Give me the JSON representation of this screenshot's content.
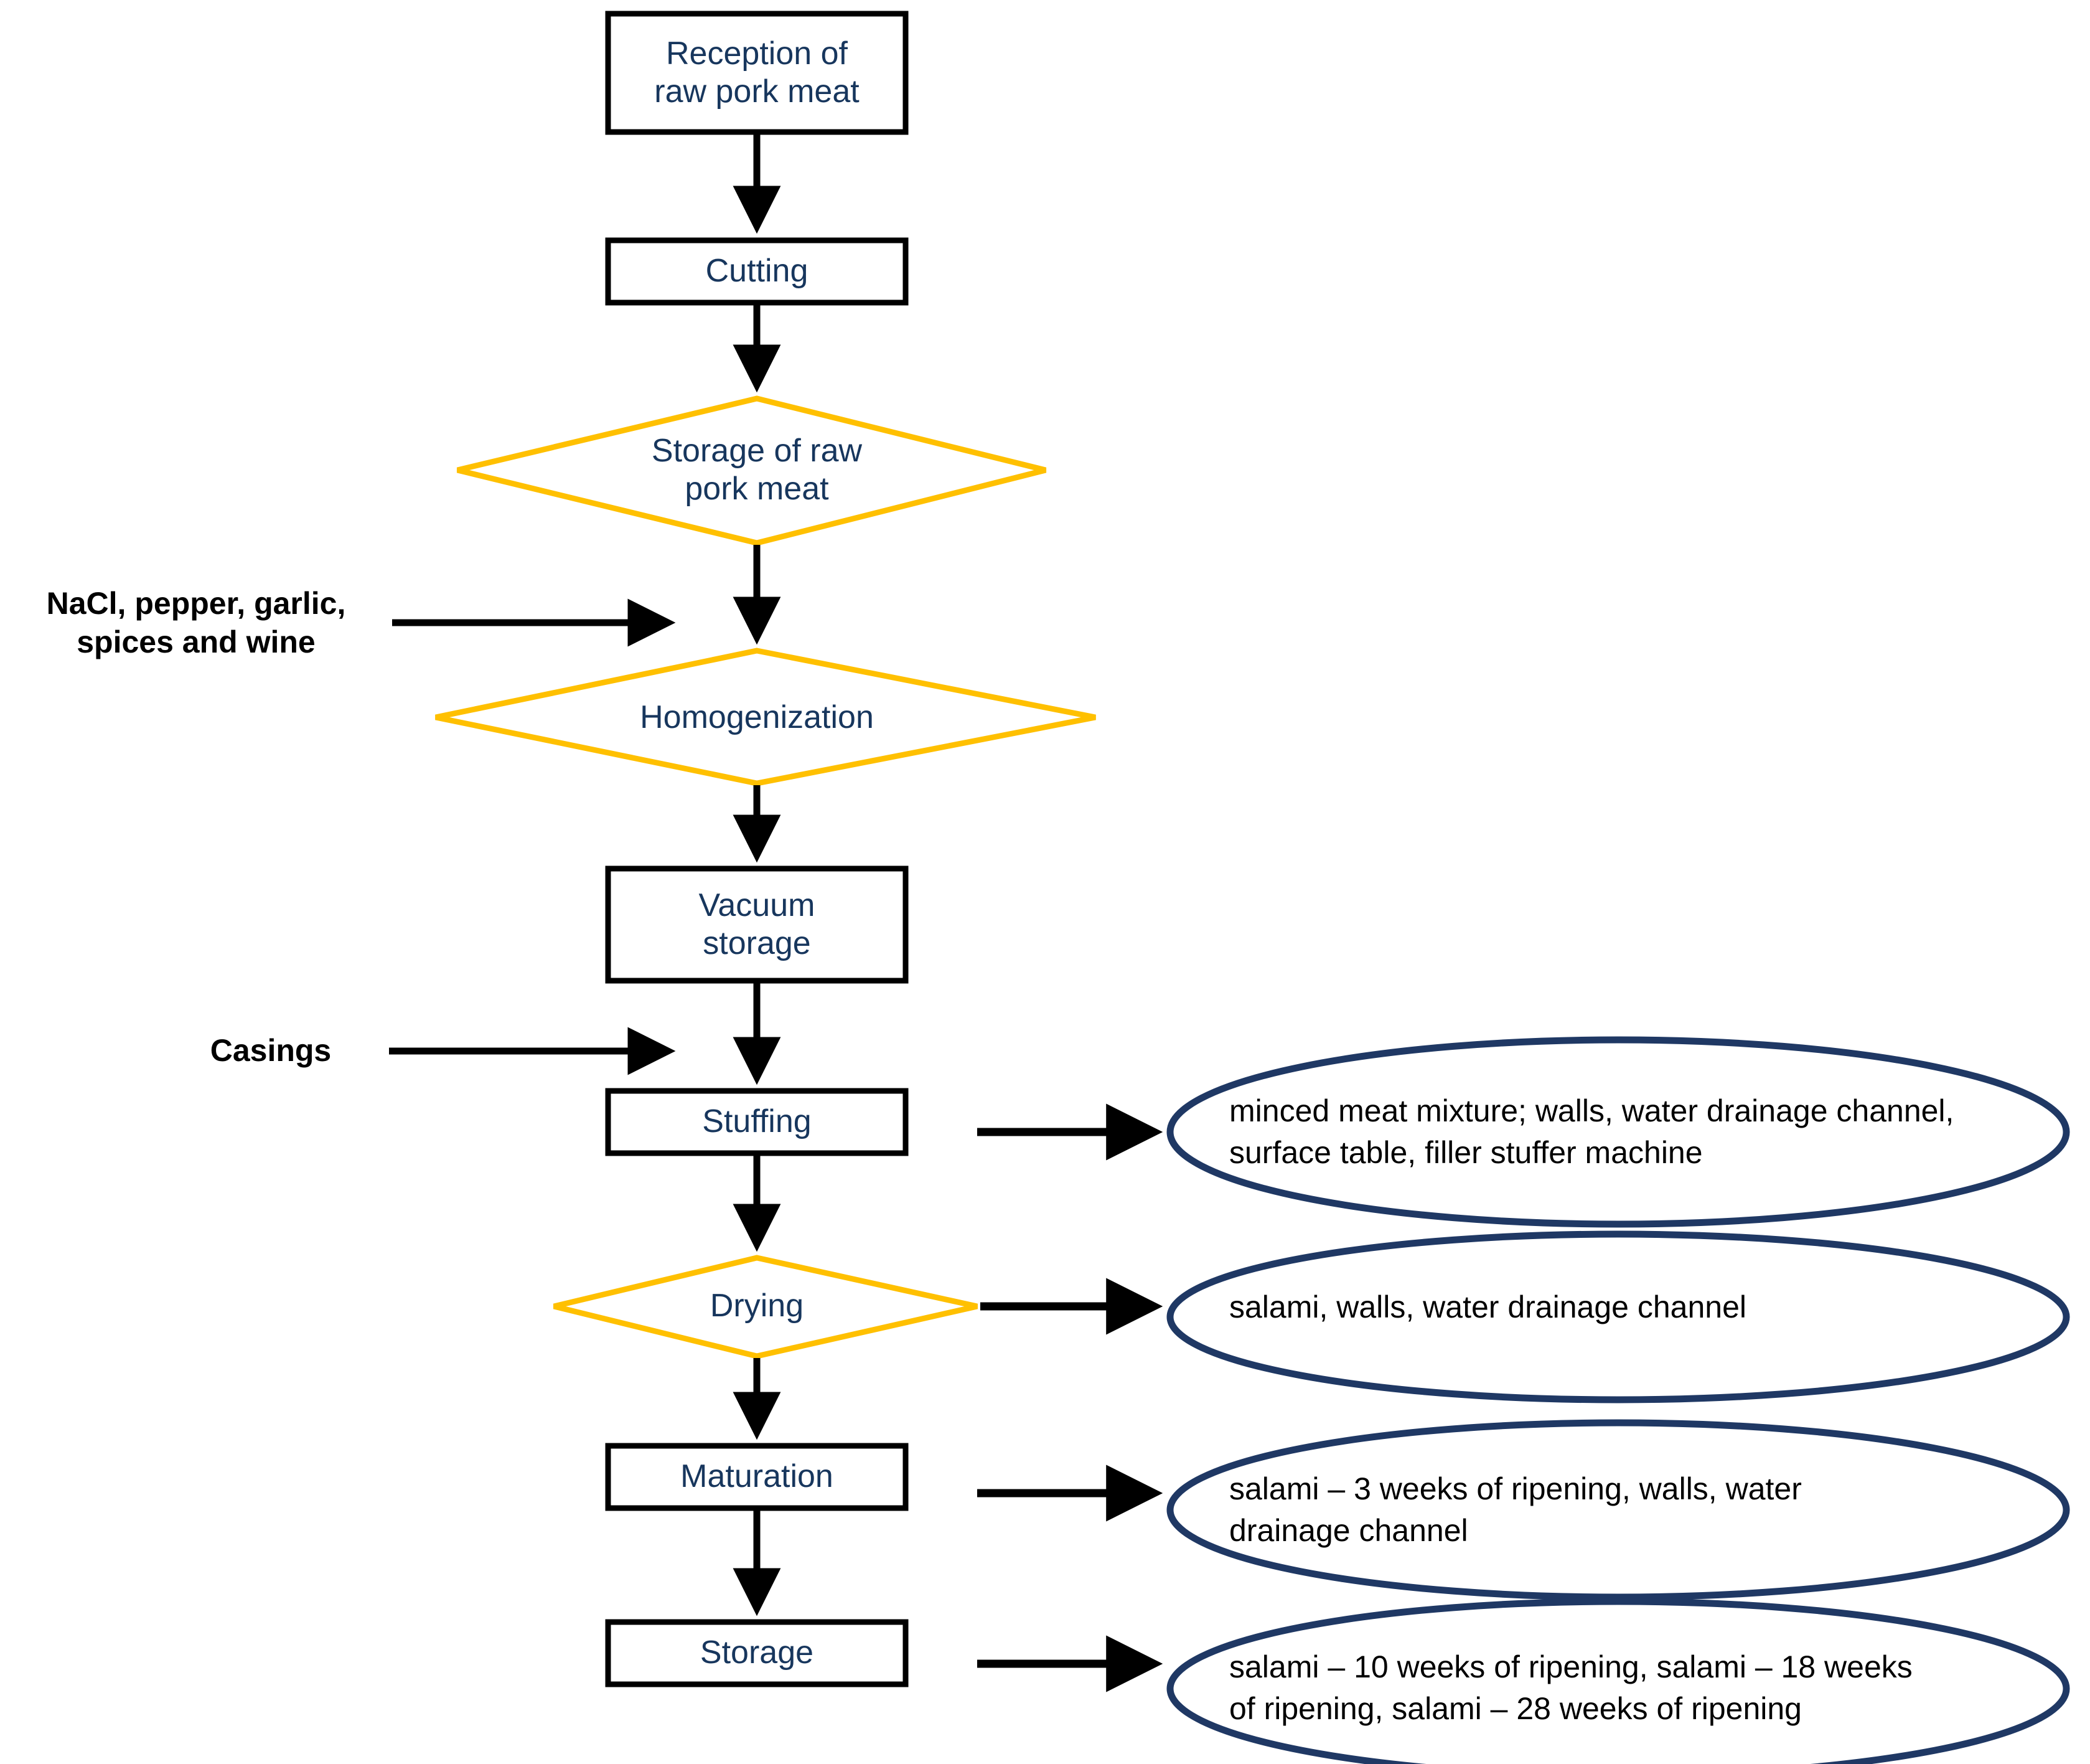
{
  "diagram": {
    "title": "Salami production process flow diagram",
    "colors": {
      "process_box_border": "#000000",
      "process_text": "#17365D",
      "decision_diamond_border": "#FFC000",
      "ellipse_border": "#1F3864",
      "ellipse_text": "#000000",
      "arrow": "#000000",
      "background": "#FFFFFF"
    },
    "process_steps": [
      {
        "id": "reception",
        "shape": "rectangle",
        "label": "Reception of\nraw pork meat"
      },
      {
        "id": "cutting",
        "shape": "rectangle",
        "label": "Cutting"
      },
      {
        "id": "storage-raw",
        "shape": "diamond",
        "label": "Storage of raw\npork meat"
      },
      {
        "id": "homogenization",
        "shape": "diamond",
        "label": "Homogenization"
      },
      {
        "id": "vacuum-storage",
        "shape": "rectangle",
        "label": "Vacuum\nstorage"
      },
      {
        "id": "stuffing",
        "shape": "rectangle",
        "label": "Stuffing"
      },
      {
        "id": "drying",
        "shape": "diamond",
        "label": "Drying"
      },
      {
        "id": "maturation",
        "shape": "rectangle",
        "label": "Maturation"
      },
      {
        "id": "storage",
        "shape": "rectangle",
        "label": "Storage"
      }
    ],
    "input_labels": [
      {
        "id": "ingredients",
        "label": "NaCl, pepper, garlic,\nspices and wine",
        "target": "homogenization"
      },
      {
        "id": "casings",
        "label": "Casings",
        "target": "stuffing"
      }
    ],
    "sampling_notes": [
      {
        "id": "stuffing-note",
        "source": "stuffing",
        "label": "minced meat mixture; walls, water drainage channel,\nsurface table, filler stuffer machine"
      },
      {
        "id": "drying-note",
        "source": "drying",
        "label": "salami, walls, water drainage channel"
      },
      {
        "id": "maturation-note",
        "source": "maturation",
        "label": "salami – 3 weeks of ripening, walls, water\ndrainage channel"
      },
      {
        "id": "storage-note",
        "source": "storage",
        "label": "salami – 10 weeks of ripening, salami – 18 weeks\nof ripening, salami – 28 weeks of ripening"
      }
    ]
  }
}
